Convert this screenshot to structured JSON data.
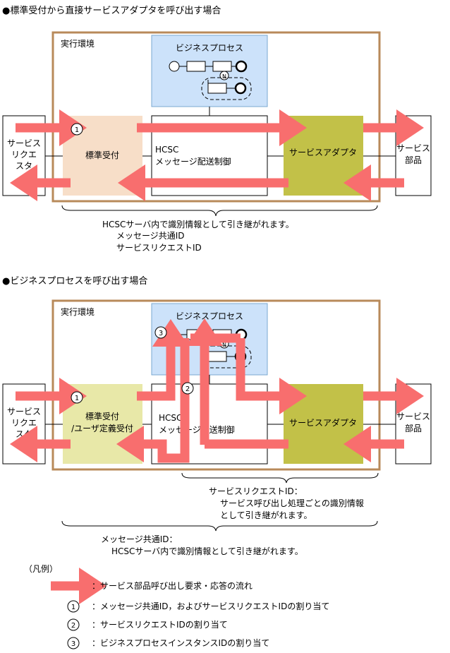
{
  "diagram1": {
    "heading": "●標準受付から直接サービスアダプタを呼び出す場合",
    "env_label": "実行環境",
    "bp_label": "ビジネスプロセス",
    "requester": [
      "サービス",
      "リクエ",
      "スタ"
    ],
    "std_reception": "標準受付",
    "hcsc_line1": "HCSC",
    "hcsc_line2": "メッセージ配送制御",
    "adapter": "サービスアダプタ",
    "component": [
      "サービス",
      "部品"
    ],
    "marker": "1",
    "note_lines": [
      "HCSCサーバ内で識別情報として引き継がれます。",
      "メッセージ共通ID",
      "サービスリクエストID"
    ]
  },
  "diagram2": {
    "heading": "●ビジネスプロセスを呼び出す場合",
    "env_label": "実行環境",
    "bp_label": "ビジネスプロセス",
    "requester": [
      "サービス",
      "リクエ",
      "スタ"
    ],
    "reception_line1": "標準受付",
    "reception_line2": "/ユーザ定義受付",
    "hcsc_line1": "HCSC",
    "hcsc_line2": "メッセージ配送制御",
    "adapter": "サービスアダプタ",
    "component": [
      "サービス",
      "部品"
    ],
    "marker1": "1",
    "marker2": "2",
    "marker3": "3",
    "note_a_lines": [
      "サービスリクエストID：",
      "サービス呼び出し処理ごとの識別情報",
      "として引き継がれます。"
    ],
    "note_b_lines": [
      "メッセージ共通ID：",
      "HCSCサーバ内で識別情報として引き継がれます。"
    ]
  },
  "legend": {
    "title": "（凡例）",
    "arrow_desc": "：サービス部品呼び出し要求・応答の流れ",
    "m1": "1",
    "m1_desc": "：メッセージ共通ID，およびサービスリクエストIDの割り当て",
    "m2": "2",
    "m2_desc": "：サービスリクエストIDの割り当て",
    "m3": "3",
    "m3_desc": "：ビジネスプロセスインスタンスIDの割り当て"
  },
  "colors": {
    "env_border": "#B88A5A",
    "bp_fill": "#CCE2FA",
    "bp_border": "#7AA8D0",
    "std_fill": "#F7DEC8",
    "std2_fill": "#E8E8A8",
    "adapter_fill": "#C2C148",
    "arrow": "#F86E6E"
  }
}
